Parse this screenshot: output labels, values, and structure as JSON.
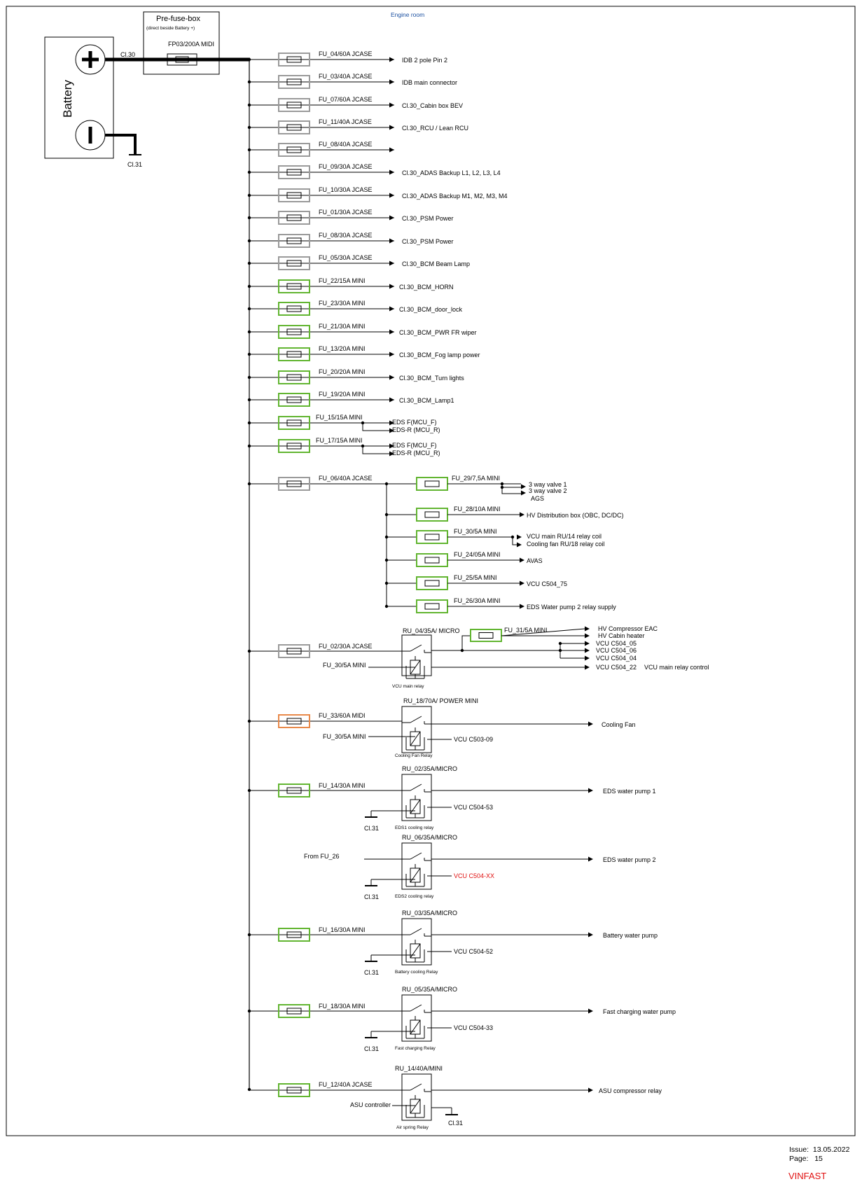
{
  "title": "Engine room",
  "battery": {
    "label": "Battery",
    "plus": "+",
    "minus": "−",
    "cl30": "Cl.30",
    "cl31": "Cl.31"
  },
  "prefuse": {
    "title": "Pre-fuse-box",
    "subtitle": "(direct beside Battery +)",
    "fuse": "FP03/200A MIDI"
  },
  "fuses": [
    {
      "fuse": "FU_04/60A JCASE",
      "target": "IDB 2 pole Pin 2",
      "type": "jcase"
    },
    {
      "fuse": "FU_03/40A JCASE",
      "target": "IDB main connector",
      "type": "jcase"
    },
    {
      "fuse": "FU_07/60A JCASE",
      "target": "Cl.30_Cabin box BEV",
      "type": "jcase"
    },
    {
      "fuse": "FU_11/40A JCASE",
      "target": "Cl.30_RCU / Lean RCU",
      "type": "jcase"
    },
    {
      "fuse": "FU_08/40A JCASE",
      "target": "",
      "type": "jcase"
    },
    {
      "fuse": "FU_09/30A JCASE",
      "target": "Cl.30_ADAS Backup L1, L2, L3, L4",
      "type": "jcase"
    },
    {
      "fuse": "FU_10/30A JCASE",
      "target": "Cl.30_ADAS Backup M1, M2, M3, M4",
      "type": "jcase"
    },
    {
      "fuse": "FU_01/30A JCASE",
      "target": "Cl.30_PSM Power",
      "type": "jcase"
    },
    {
      "fuse": "FU_08/30A JCASE",
      "target": "Cl.30_PSM Power",
      "type": "jcase"
    },
    {
      "fuse": "FU_05/30A JCASE",
      "target": "Cl.30_BCM Beam Lamp",
      "type": "jcase"
    },
    {
      "fuse": "FU_22/15A MINI",
      "target": "Cl.30_BCM_HORN",
      "type": "mini"
    },
    {
      "fuse": "FU_23/30A MINI",
      "target": "Cl.30_BCM_door_lock",
      "type": "mini"
    },
    {
      "fuse": "FU_21/30A MINI",
      "target": "Cl.30_BCM_PWR FR wiper",
      "type": "mini"
    },
    {
      "fuse": "FU_13/20A MINI",
      "target": "Cl.30_BCM_Fog lamp power",
      "type": "mini"
    },
    {
      "fuse": "FU_20/20A MINI",
      "target": "Cl.30_BCM_Turn lights",
      "type": "mini"
    },
    {
      "fuse": "FU_19/20A MINI",
      "target": "Cl.30_BCM_Lamp1",
      "type": "mini"
    }
  ],
  "eds_fuses": [
    {
      "fuse": "FU_15/15A MINI",
      "targets": [
        "EDS F(MCU_F)",
        "EDS-R (MCU_R)"
      ]
    },
    {
      "fuse": "FU_17/15A MINI",
      "targets": [
        "EDS F(MCU_F)",
        "EDS-R (MCU_R)"
      ]
    }
  ],
  "fu06": {
    "fuse": "FU_06/40A JCASE",
    "subs": [
      {
        "fuse": "FU_29/7,5A MINI",
        "targets": [
          "3 way valve 1",
          "3 way valve 2",
          "AGS"
        ]
      },
      {
        "fuse": "FU_28/10A MINI",
        "targets": [
          "HV Distribution box (OBC, DC/DC)"
        ]
      },
      {
        "fuse": "FU_30/5A MINI",
        "targets": [
          "VCU main RU/14 relay coil",
          "Cooling fan RU/18 relay coil"
        ]
      },
      {
        "fuse": "FU_24/05A MINI",
        "targets": [
          "AVAS"
        ]
      },
      {
        "fuse": "FU_25/5A MINI",
        "targets": [
          "VCU C504_75"
        ]
      },
      {
        "fuse": "FU_26/30A MINI",
        "targets": [
          "EDS Water pump 2 relay supply"
        ]
      }
    ]
  },
  "relays": [
    {
      "fuse": "FU_02/30A JCASE",
      "relay": "RU_04/35A/ MICRO",
      "caption": "VCU main relay",
      "coil_in": "FU_30/5A MINI",
      "sub_fuse": "FU_31/5A MINI",
      "targets": [
        "HV Compressor EAC",
        "HV Cabin heater",
        "VCU C504_05",
        "VCU C504_06",
        "VCU C504_04",
        "VCU C504_22"
      ],
      "note": "VCU main relay control"
    },
    {
      "fuse": "FU_33/60A MIDI",
      "relay": "RU_18/70A/ POWER MINI",
      "caption": "Cooling Fan Relay",
      "coil_in": "FU_30/5A MINI",
      "target": "Cooling Fan",
      "vcu": "VCU C503-09"
    },
    {
      "fuse": "FU_14/30A MINI",
      "relay": "RU_02/35A/MICRO",
      "caption": "EDS1 cooling relay",
      "target": "EDS water pump 1",
      "vcu": "VCU C504-53",
      "ground": "Cl.31"
    },
    {
      "from": "From FU_26",
      "relay": "RU_06/35A/MICRO",
      "caption": "EDS2 cooling relay",
      "target": "EDS water pump 2",
      "vcu": "VCU C504-XX",
      "ground": "Cl.31"
    },
    {
      "fuse": "FU_16/30A MINI",
      "relay": "RU_03/35A/MICRO",
      "caption": "Battery cooling Relay",
      "target": "Battery water pump",
      "vcu": "VCU C504-52",
      "ground": "Cl.31"
    },
    {
      "fuse": "FU_18/30A MINI",
      "relay": "RU_05/35A/MICRO",
      "caption": "Fast charging Relay",
      "target": "Fast charging water pump",
      "vcu": "VCU C504-33",
      "ground": "Cl.31"
    },
    {
      "fuse": "FU_12/40A JCASE",
      "relay": "RU_14/40A/MINI",
      "caption": "Air spring Relay",
      "target": "ASU compressor relay",
      "coil_in": "ASU controller",
      "ground": "Cl.31"
    }
  ],
  "footer": {
    "issue_label": "Issue:",
    "issue": "13.05.2022",
    "page_label": "Page:",
    "page": "15",
    "brand": "VINFAST"
  },
  "colors": {
    "jcase": "#9a9a9a",
    "mini": "#62b531",
    "midi": "#e8894a",
    "highlight": "#e01010",
    "title": "#1a4fa0"
  },
  "icons": [
    "fuse-icon",
    "relay-icon",
    "ground-icon",
    "arrow-icon",
    "battery-icon"
  ]
}
